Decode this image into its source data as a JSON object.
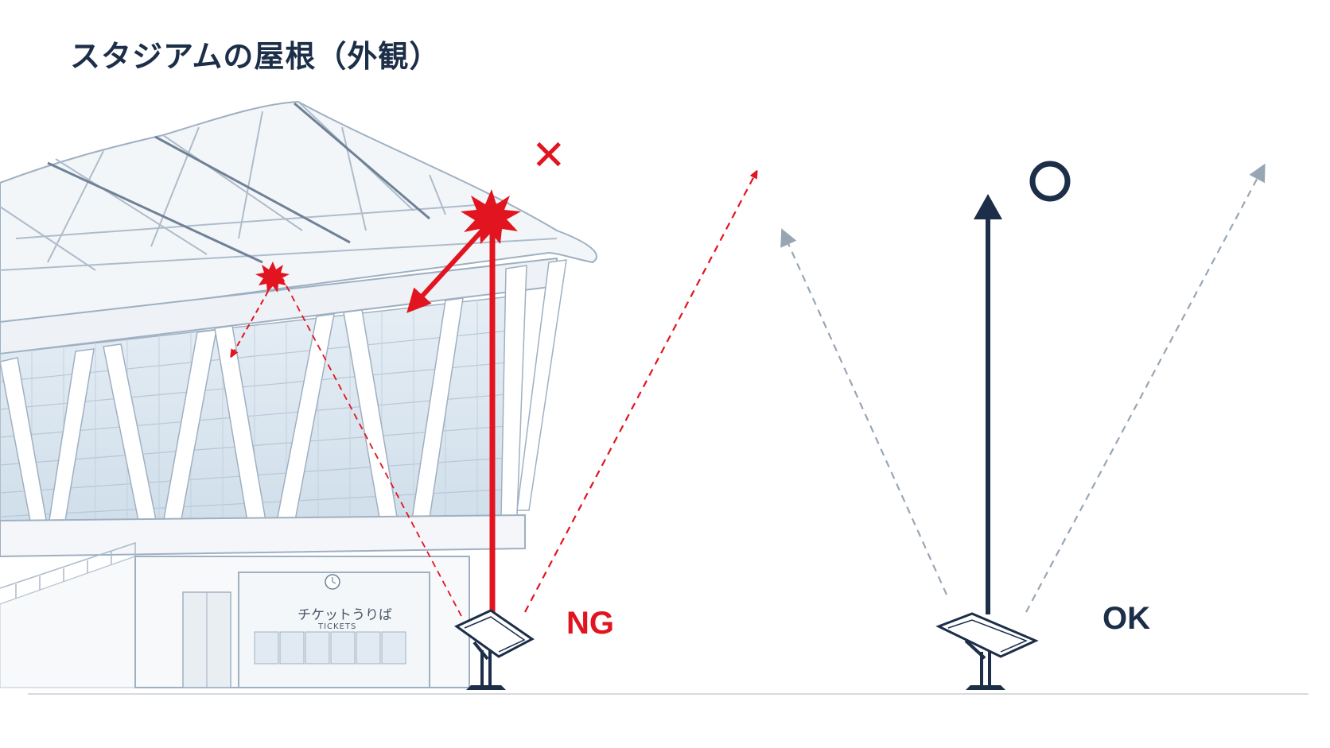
{
  "title": "スタジアムの屋根（外観）",
  "ng": {
    "label": "NG",
    "mark_icon": "x-mark-icon",
    "color": "#e2141f"
  },
  "ok": {
    "label": "OK",
    "mark_icon": "circle-mark-icon",
    "color": "#1c2e48"
  },
  "sign": {
    "main": "チケットうりば",
    "sub": "TICKETS"
  },
  "colors": {
    "title": "#1c2e48",
    "ng_red": "#e2141f",
    "ok_navy": "#1c2e48",
    "reflection_gray": "#98a6b4",
    "ground_line": "#d6dbe0",
    "building_line": "#9fb0c2",
    "glass": "#dce8f1"
  }
}
